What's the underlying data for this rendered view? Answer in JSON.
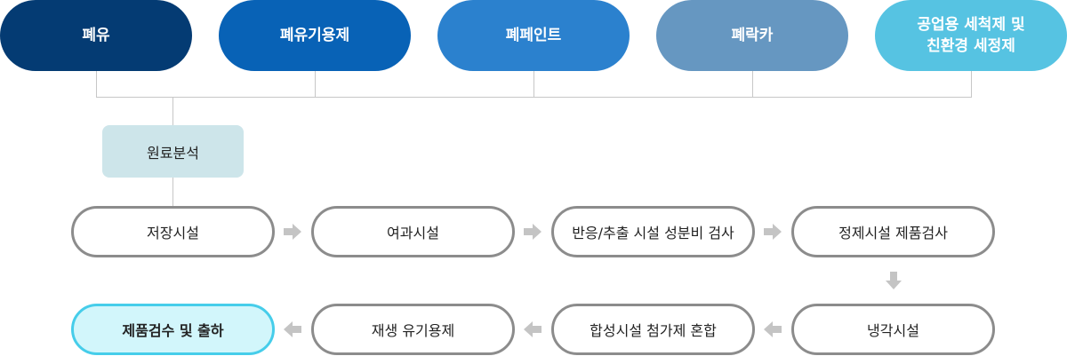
{
  "sources": [
    {
      "label": "폐유"
    },
    {
      "label": "폐유기용제"
    },
    {
      "label": "폐페인트"
    },
    {
      "label": "폐락카"
    },
    {
      "label": "공업용 세척제 및\n친환경 세정제"
    }
  ],
  "analysis": {
    "label": "원료분석"
  },
  "process": {
    "row1": [
      "저장시설",
      "여과시설",
      "반응/추출 시설 성분비 검사",
      "정제시설 제품검사"
    ],
    "row2": [
      "제품검수 및 출하",
      "재생 유기용제",
      "합성시설 첨가제 혼합",
      "냉각시설"
    ]
  },
  "colors": {
    "source_1": "#043b73",
    "source_2": "#0862b6",
    "source_3": "#2b81ce",
    "source_4": "#6697c1",
    "source_5": "#56c3e2",
    "analysis_bg": "#cde5ea",
    "step_border": "#8c8c8c",
    "final_border": "#46cdea",
    "final_bg": "#d2f6fb",
    "arrow": "#c4c4c4"
  }
}
